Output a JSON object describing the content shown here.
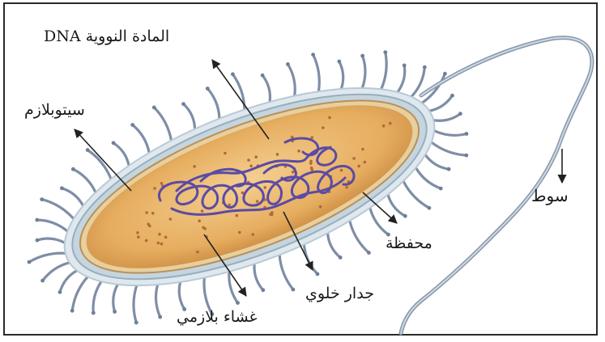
{
  "diagram": {
    "labels": {
      "nucleoid": "المادة النووية DNA",
      "cytoplasm": "سيتوبلازم",
      "flagellum": "سوط",
      "capsule": "محفظة",
      "cell_wall": "جدار خلوي",
      "plasma_membrane": "غشاء بلازمي"
    },
    "colors": {
      "cytoplasm": "#e9b56a",
      "cell_wall": "#a7bcc8",
      "dna": "#5b4aa6",
      "pili": "#7f8ea6",
      "flagellum": "#a6b4c4",
      "arrow": "#222222"
    }
  }
}
